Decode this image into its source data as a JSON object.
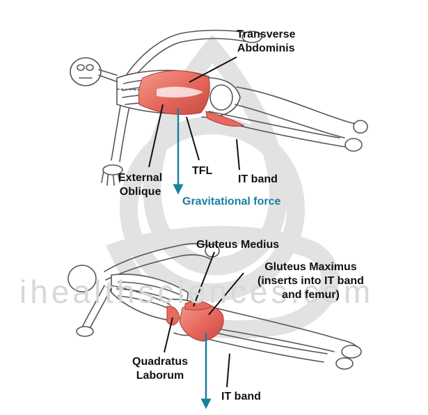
{
  "labels": {
    "transverse_abdominis": "Transverse\nAbdominis",
    "external_oblique": "External\nOblique",
    "tfl": "TFL",
    "it_band_top": "IT band",
    "gravitational_force": "Gravitational force",
    "gluteus_medius": "Gluteus Medius",
    "gluteus_maximus": "Gluteus Maximus\n(inserts into IT band\nand femur)",
    "quadratus_laborum": "Quadratus\nLaborum",
    "it_band_bottom": "IT band"
  },
  "watermark": "ihealthsciences.com",
  "colors": {
    "muscle": "#e86a5e",
    "force_arrow": "#1a7fa0",
    "outline": "#555555",
    "watermark": "#d8d8d8"
  }
}
